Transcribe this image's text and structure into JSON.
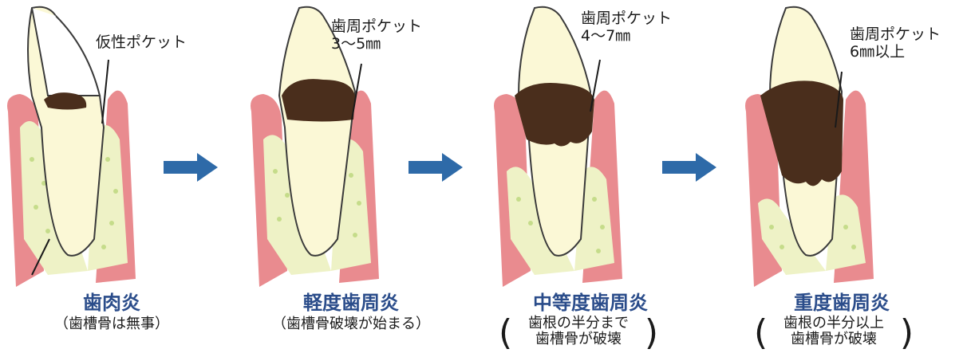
{
  "colors": {
    "gum": "#e98b8f",
    "gum_light": "#f5c1c0",
    "bone": "#eef2c6",
    "bone_dot": "#c5dc8a",
    "crown": "#fbf8d6",
    "tartar": "#4a2e1c",
    "arrow": "#2e6aa8",
    "title": "#2a4c8a"
  },
  "stages": [
    {
      "pocket_label_lines": [
        "仮性ポケット"
      ],
      "title": "歯肉炎",
      "note": "（歯槽骨は無事）",
      "note_lines": []
    },
    {
      "pocket_label_lines": [
        "歯周ポケット",
        "3〜5㎜"
      ],
      "title": "軽度歯周炎",
      "note": "（歯槽骨破壊が始まる）",
      "note_lines": []
    },
    {
      "pocket_label_lines": [
        "歯周ポケット",
        "4〜7㎜"
      ],
      "title": "中等度歯周炎",
      "note": "",
      "note_lines": [
        "歯根の半分まで",
        "歯槽骨が破壊"
      ]
    },
    {
      "pocket_label_lines": [
        "歯周ポケット",
        "6㎜以上"
      ],
      "title": "重度歯周炎",
      "note": "",
      "note_lines": [
        "歯根の半分以上",
        "歯槽骨が破壊"
      ]
    }
  ],
  "arrows": [
    "right-arrow-icon",
    "right-arrow-icon",
    "right-arrow-icon"
  ]
}
